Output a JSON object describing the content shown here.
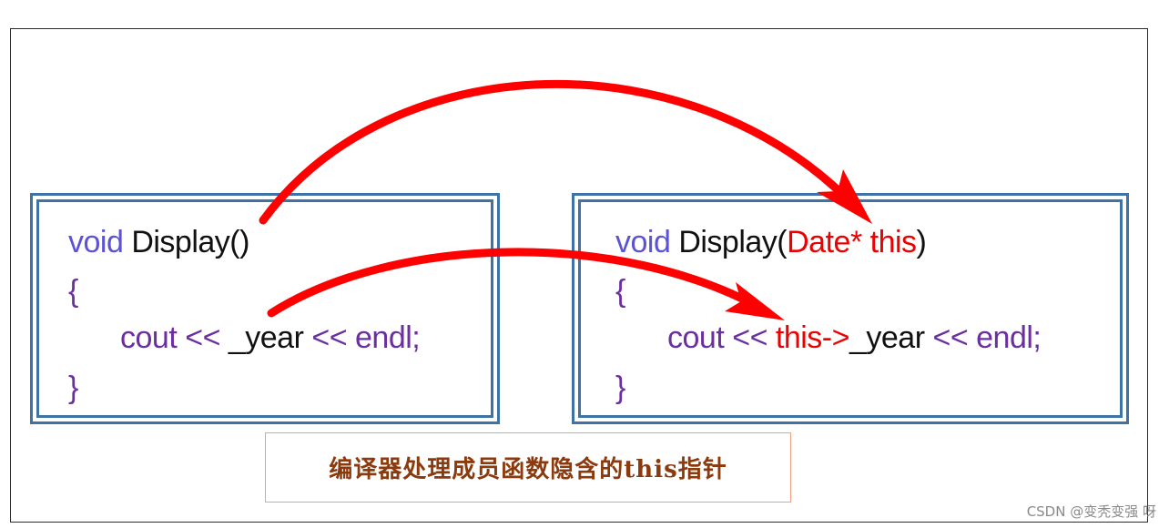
{
  "left_code": {
    "line1": {
      "keyword": "void",
      "rest": " Display()"
    },
    "line2": {
      "brace": "{"
    },
    "line3": {
      "cout": "cout <<",
      "var": " _year",
      "tail": " << endl;"
    },
    "line4": {
      "brace": "}"
    }
  },
  "right_code": {
    "line1": {
      "keyword": "void",
      "name": " Display(",
      "param": "Date* this",
      "close": ")"
    },
    "line2": {
      "brace": "{"
    },
    "line3": {
      "cout": "cout << ",
      "this_ptr": "this->",
      "var": "_year",
      "tail": " << endl;"
    },
    "line4": {
      "brace": "}"
    }
  },
  "caption": "编译器处理成员函数隐含的this指针",
  "watermark": "CSDN @变秃变强  呀",
  "colors": {
    "keyword": "#5b52d6",
    "purple": "#6b2fa0",
    "red": "#ee0000",
    "box_border": "#3f73a6",
    "caption_text": "#8b3a0e",
    "caption_border": "#f0a080",
    "arrow": "#ff0000"
  }
}
